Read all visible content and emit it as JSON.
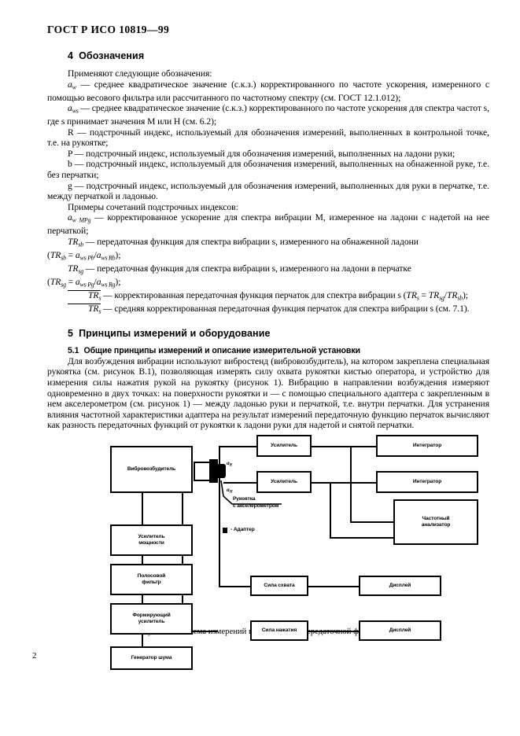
{
  "document": {
    "header": "ГОСТ Р ИСО 10819—99",
    "page_number": "2"
  },
  "section4": {
    "number": "4",
    "title": "Обозначения",
    "intro": "Применяют следующие обозначения:",
    "def_aw_pre": "a",
    "def_aw_sub": "w",
    "def_aw": " — среднее квадратическое значение (с.к.з.) корректированного по частоте ускорения, измеренного с помощью весового фильтра или рассчитанного по частотному спектру (см. ГОСТ 12.1.012);",
    "def_aws_pre": "a",
    "def_aws_sub": "ws",
    "def_aws": " — среднее квадратическое значение (с.к.з.) корректированного по частоте ускорения для спектра частот s, где s принимает значения M или H (см. 6.2);",
    "def_R": "R — подстрочный индекс, используемый для обозначения измерений, выполненных в контрольной точке, т.е. на рукоятке;",
    "def_P": "P — подстрочный индекс, используемый для обозначения измерений, выполненных на ладони руки;",
    "def_b": "b — подстрочный индекс, используемый для обозначения измерений, выполненных на обнаженной руке, т.е. без перчатки;",
    "def_g": "g — подстрочный индекс, используемый для обозначения измерений, выполненных для руки в перчатке, т.е. между перчаткой и ладонью.",
    "examples_intro": "Примеры сочетаний подстрочных индексов:",
    "ex1_sym": "a",
    "ex1_sub": "w MPg",
    "ex1_text": " — корректированное ускорение для спектра вибрации M, измеренное на ладони с надетой на нее перчаткой;",
    "ex2_sym": "TR",
    "ex2_sub": "sb",
    "ex2_text": " — передаточная функция для спектра вибрации s, измеренного на обнаженной ладони",
    "ex2_formula_open": "(",
    "ex2_f_a": "TR",
    "ex2_f_a_sub": "sb",
    "ex2_f_eq": " = ",
    "ex2_f_num": "a",
    "ex2_f_num_sub": "ws Pb",
    "ex2_f_slash": "/",
    "ex2_f_den": "a",
    "ex2_f_den_sub": "ws Rb",
    "ex2_formula_close": ");",
    "ex3_sym": "TR",
    "ex3_sub": "sg",
    "ex3_text": " — передаточная функция для спектра вибрации s, измеренного на ладони в перчатке",
    "ex3_f_a": "TR",
    "ex3_f_a_sub": "sg",
    "ex3_f_num": "a",
    "ex3_f_num_sub": "ws Pg",
    "ex3_f_den": "a",
    "ex3_f_den_sub": "ws Rg",
    "ex4_sym": "TR",
    "ex4_sub": "s",
    "ex4_text": " — корректированная передаточная функция перчаток для спектра вибрации s (",
    "ex4_f_a": "TR",
    "ex4_f_a_sub": "s",
    "ex4_f_b": "TR",
    "ex4_f_b_sub": "sg",
    "ex4_f_c": "TR",
    "ex4_f_c_sub": "sb",
    "ex4_tail": ");",
    "ex5_sym": "TR",
    "ex5_sub": "s",
    "ex5_text": " — средняя корректированная передаточная функция перчаток для спектра вибрации s (см. 7.1)."
  },
  "section5": {
    "number": "5",
    "title": "Принципы измерений и оборудование",
    "sub_number": "5.1",
    "sub_title": "Общие принципы измерений и описание измерительной установки",
    "paragraph": "Для возбуждения вибрации используют вибростенд (вибровозбудитель), на котором закреплена специальная рукоятка (см. рисунок В.1), позволяющая измерять силу охвата рукоятки кистью оператора, и устройство для измерения силы нажатия рукой на рукоятку (рисунок 1). Вибрацию в направлении возбуждения измеряют одновременно в двух точках: на поверхности рукоятки и — с помощью специального адаптера с закрепленным в нем акселерометром (см. рисунок 1) — между ладонью руки и перчаткой, т.е. внутри перчатки. Для устранения влияния частотной характеристики адаптера на результат измерений передаточную функцию перчаток вычисляют как разность передаточных функций от рукоятки к ладони руки для надетой и снятой перчатки."
  },
  "figure": {
    "caption": "Рисунок 1 — Схема измерений вибрационной передаточной функции",
    "blocks": {
      "exciter": "Вибровозбудитель",
      "power_amp": "Усилитель\nмощности",
      "bandpass": "Полосовой\nфильтр",
      "shaping_amp": "Формирующий\nусилитель",
      "noise_gen": "Генератор шума",
      "amp1": "Усилитель",
      "amp2": "Усилитель",
      "integrator1": "Интегратор",
      "integrator2": "Интегратор",
      "freq_analyzer": "Частотный\nанализатор",
      "grip_force": "Сила схвата",
      "push_force": "Сила нажатия",
      "display1": "Дисплей",
      "display2": "Дисплей"
    },
    "labels": {
      "a_R_sym": "a",
      "a_R_sub": "R",
      "a_H_sym": "a",
      "a_H_sub": "H",
      "handle": "Рукоятка",
      "handle2": "с акселерометром",
      "legend": "- Адаптер"
    }
  }
}
